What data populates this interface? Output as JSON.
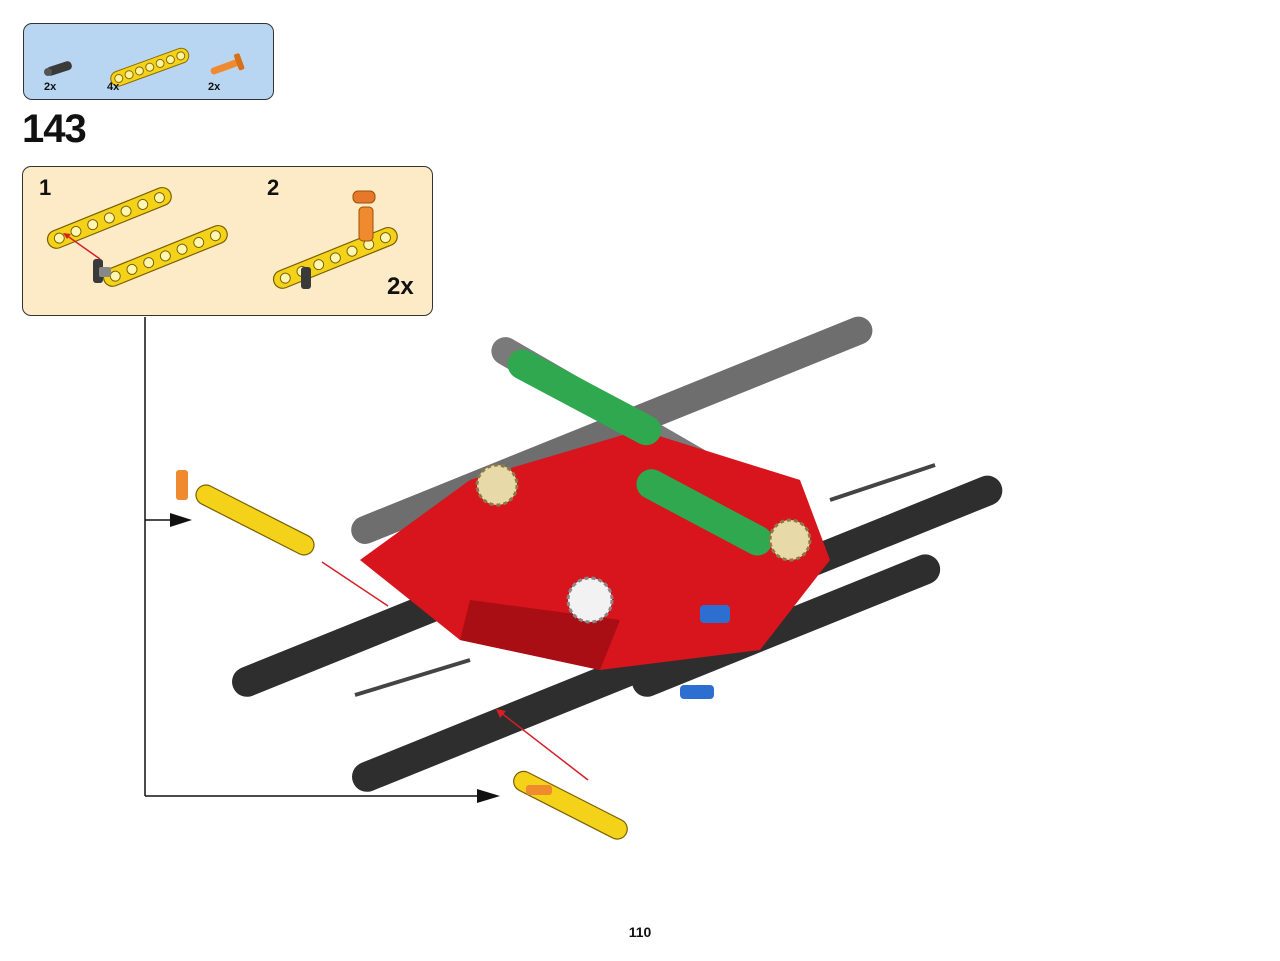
{
  "parts_list": {
    "items": [
      {
        "part": "axle-pin-connector",
        "color": "#3a3a3a",
        "qty": "2x"
      },
      {
        "part": "liftarm-7",
        "color": "#f5d21a",
        "qty": "4x"
      },
      {
        "part": "axle-pin-with-friction",
        "color": "#f08a2e",
        "qty": "2x"
      }
    ]
  },
  "step": {
    "number": "143"
  },
  "sub_assembly": {
    "steps": [
      {
        "label": "1"
      },
      {
        "label": "2"
      }
    ],
    "multiplier": "2x"
  },
  "page": {
    "number": "110"
  },
  "colors": {
    "yellow": "#f5d21a",
    "red": "#d8141c",
    "green": "#2fa84f",
    "dark_gray": "#3c3c3c",
    "light_gray": "#a9a9a9",
    "orange": "#f08a2e",
    "blue": "#2d6fd1",
    "tan": "#e8d9a8",
    "parts_bg": "#b8d6f1",
    "sub_bg": "#fdebc8",
    "arrow_red": "#d61f26"
  }
}
